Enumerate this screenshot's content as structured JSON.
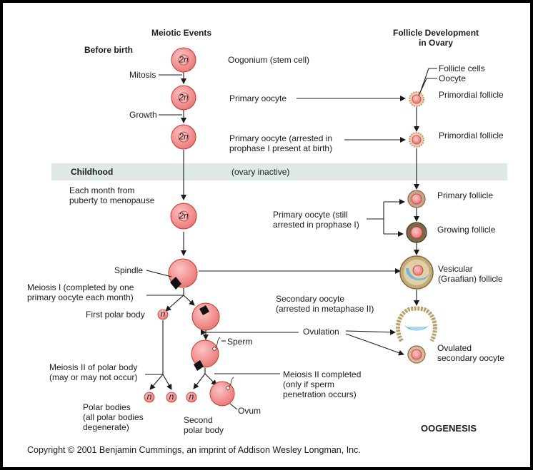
{
  "headings": {
    "meiotic": "Meiotic Events",
    "follicle_1": "Follicle Development",
    "follicle_2": "in Ovary"
  },
  "stages": {
    "before_birth": "Before birth",
    "childhood": "Childhood",
    "ovary_inactive": "(ovary inactive)",
    "monthly_1": "Each month from",
    "monthly_2": "puberty to menopause"
  },
  "processes": {
    "mitosis": "Mitosis",
    "growth": "Growth",
    "spindle": "Spindle",
    "meiosis1_1": "Meiosis I (completed by one",
    "meiosis1_2": "primary oocyte each month)",
    "ovulation": "Ovulation",
    "sperm": "Sperm",
    "meiosis2_polar_1": "Meiosis II of polar body",
    "meiosis2_polar_2": "(may or may not occur)",
    "meiosis2_done_1": "Meiosis II completed",
    "meiosis2_done_2": "(only if sperm",
    "meiosis2_done_3": "penetration occurs)"
  },
  "cells": {
    "ploidy": "2n",
    "haploid": "n",
    "oogonium": "Oogonium (stem cell)",
    "primary_oocyte": "Primary oocyte",
    "arrested_1": "Primary oocyte (arrested in",
    "arrested_2": "prophase I present at birth)",
    "still_arrested_1": "Primary oocyte (still",
    "still_arrested_2": "arrested in prophase I)",
    "secondary_1": "Secondary oocyte",
    "secondary_2": "(arrested in metaphase II)",
    "first_polar": "First polar body",
    "polar_bodies_1": "Polar bodies",
    "polar_bodies_2": "(all polar bodies",
    "polar_bodies_3": "degenerate)",
    "second_polar_1": "Second",
    "second_polar_2": "polar body",
    "ovum": "Ovum"
  },
  "follicles": {
    "follicle_cells": "Follicle cells",
    "oocyte": "Oocyte",
    "primordial": "Primordial follicle",
    "primordial_2": "Primordial follicle",
    "primary": "Primary follicle",
    "growing": "Growing follicle",
    "vesicular_1": "Vesicular",
    "vesicular_2": "(Graafian) follicle",
    "ovulated_1": "Ovulated",
    "ovulated_2": "secondary oocyte"
  },
  "title": "OOGENESIS",
  "copyright": "Copyright © 2001 Benjamin Cummings, an imprint of Addison Wesley Longman, Inc.",
  "colors": {
    "cell_fill": "#f08a8a",
    "cell_stroke": "#c0392b",
    "nucleus": "#f6b7b7",
    "band": "#dfe9e6",
    "follicle_ring": "#b8a06a",
    "antrum": "#6fb7de",
    "chromosome": "#111111"
  }
}
